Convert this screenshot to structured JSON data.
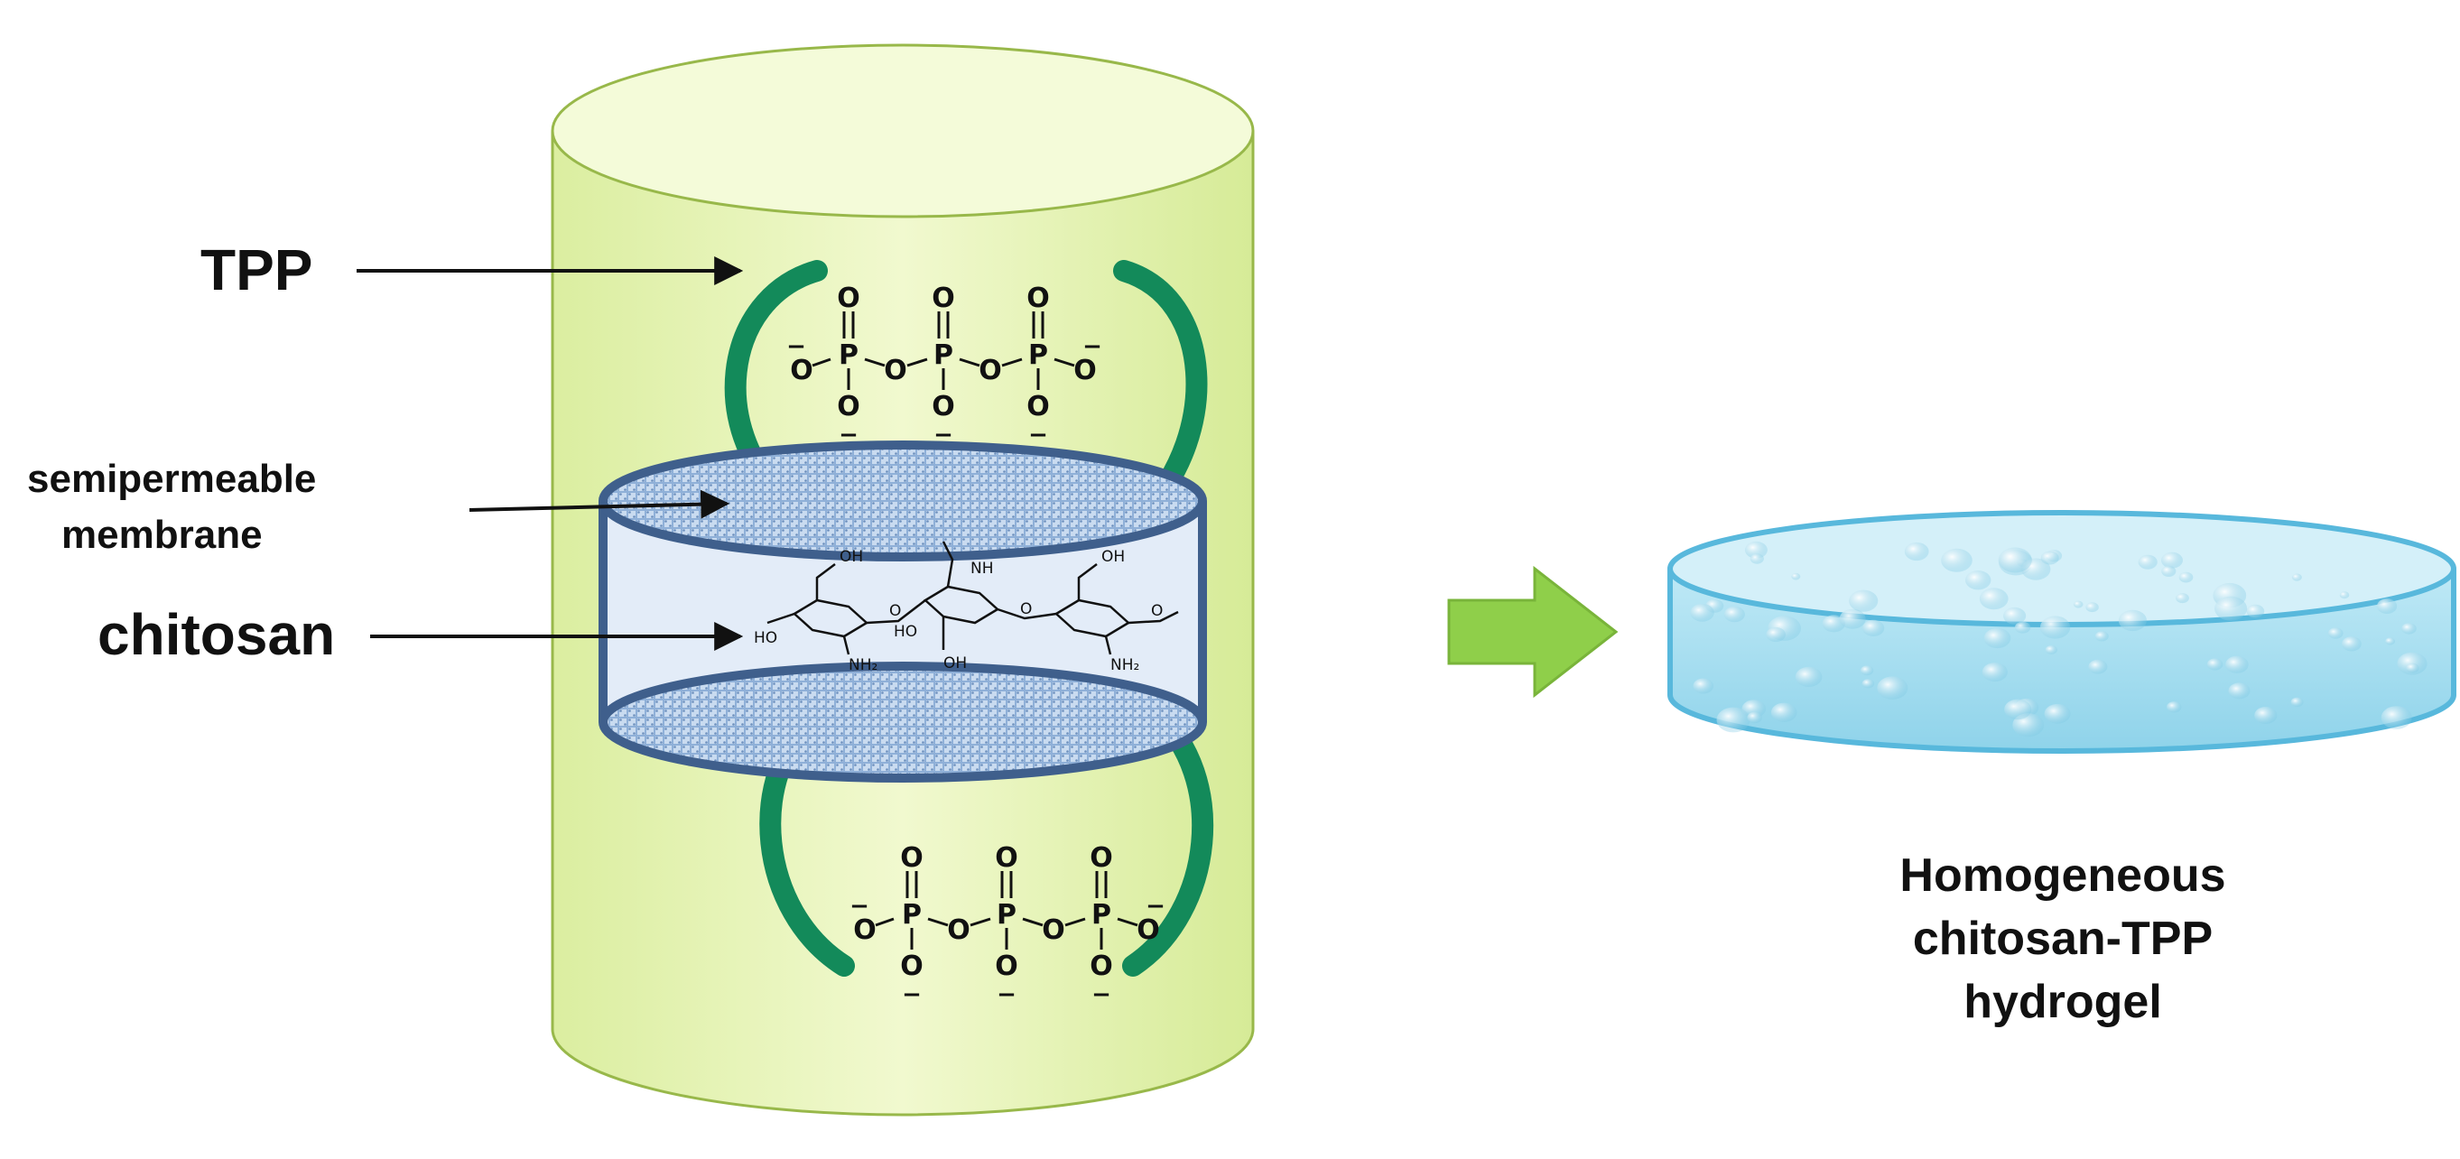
{
  "labels": {
    "tpp": "TPP",
    "membrane_line1": "semipermeable",
    "membrane_line2": "membrane",
    "chitosan": "chitosan",
    "result_line1": "Homogeneous",
    "result_line2": "chitosan-TPP",
    "result_line3": "hydrogel"
  },
  "tpp_structure": {
    "phosphorus": "P",
    "oxygen": "O",
    "charge": "−"
  },
  "chitosan_structure": {
    "oh": "OH",
    "ho": "HO",
    "nh": "NH",
    "nh2": "NH₂",
    "o": "O"
  },
  "colors": {
    "vessel_fill": "#eaf5b8",
    "vessel_edge": "#98b84a",
    "membrane": "#4f6f9a",
    "membrane_texture": "#aec6e6",
    "chitosan_band": "#e3ecf8",
    "curved_arrow": "#138a5a",
    "process_arrow": "#8fcf4a",
    "hydrogel": "#a9dff0",
    "hydrogel_edge": "#58b8dc"
  }
}
